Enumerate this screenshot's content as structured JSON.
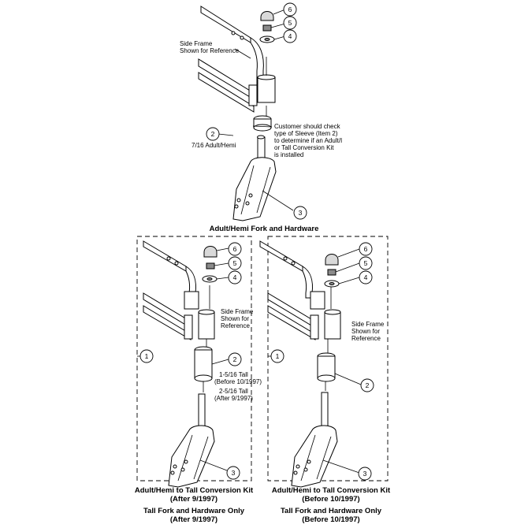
{
  "top": {
    "side_frame_line1": "Side Frame",
    "side_frame_line2": "Shown for Reference",
    "note_line1": "Customer should check",
    "note_line2": "type of Sleeve (Item 2)",
    "note_line3": "to determine if an Adult/I",
    "note_line4": "or Tall Conversion Kit",
    "note_line5": "is installed",
    "sleeve_size": "7/16 Adult/Hemi",
    "caption": "Adult/Hemi Fork and Hardware",
    "callouts": [
      "6",
      "5",
      "4",
      "2",
      "3"
    ]
  },
  "left_kit": {
    "side_frame_line1": "Side Frame",
    "side_frame_line2": "Shown for",
    "side_frame_line3": "Reference",
    "size1_line1": "1-5/16 Tall",
    "size1_line2": "(Before 10/1997)",
    "size2_line1": "2-5/16 Tall",
    "size2_line2": "(After 9/1997)",
    "caption_line1": "Adult/Hemi to Tall Conversion Kit",
    "caption_line2": "(After 9/1997)",
    "caption_line3": "Tall Fork and Hardware Only",
    "caption_line4": "(After 9/1997)",
    "callouts": [
      "6",
      "5",
      "4",
      "1",
      "2",
      "3"
    ]
  },
  "right_kit": {
    "side_frame_line1": "Side Frame",
    "side_frame_line2": "Shown for",
    "side_frame_line3": "Reference",
    "caption_line1": "Adult/Hemi to Tall Conversion Kit",
    "caption_line2": "(Before 10/1997)",
    "caption_line3": "Tall Fork and Hardware Only",
    "caption_line4": "(Before 10/1997)",
    "callouts": [
      "6",
      "5",
      "4",
      "1",
      "2",
      "3"
    ]
  }
}
